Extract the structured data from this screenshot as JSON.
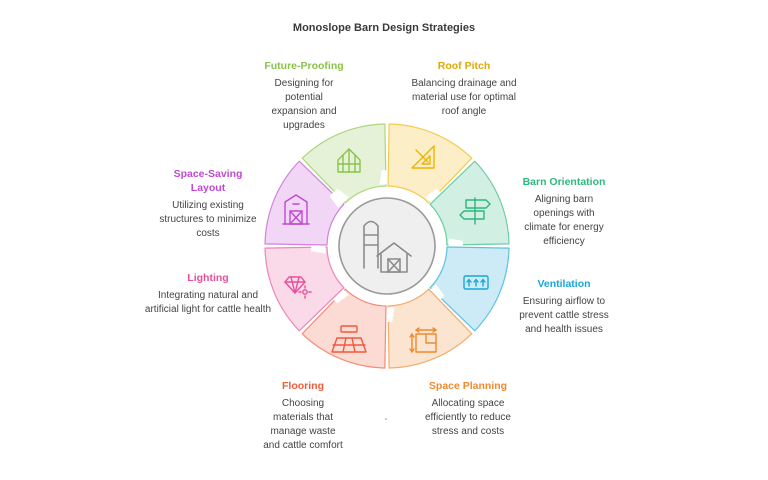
{
  "title": "Monoslope Barn Design Strategies",
  "colors": {
    "future_proofing": "#8bc34a",
    "roof_pitch": "#f0b400",
    "barn_orientation": "#2db87c",
    "ventilation": "#1ba6d6",
    "space_planning": "#ef8a2c",
    "flooring": "#ef5a3c",
    "lighting": "#e8509a",
    "space_saving": "#c04ad0",
    "center": "#efefef"
  },
  "center_icon": "silo-and-barn-icon",
  "sections": [
    {
      "id": "future-proofing",
      "title": "Future-Proofing",
      "description": "Designing for potential expansion and upgrades",
      "icon": "greenhouse-icon"
    },
    {
      "id": "roof-pitch",
      "title": "Roof Pitch",
      "description": "Balancing drainage and material use for optimal roof angle",
      "icon": "set-square-icon"
    },
    {
      "id": "barn-orientation",
      "title": "Barn Orientation",
      "description": "Aligning barn openings with climate for energy efficiency",
      "icon": "signpost-icon"
    },
    {
      "id": "ventilation",
      "title": "Ventilation",
      "description": "Ensuring airflow to prevent cattle stress and health issues",
      "icon": "air-vent-icon"
    },
    {
      "id": "space-planning",
      "title": "Space Planning",
      "description": "Allocating space efficiently to reduce stress and costs",
      "icon": "floor-plan-icon"
    },
    {
      "id": "flooring",
      "title": "Flooring",
      "description": "Choosing materials that manage waste and cattle comfort",
      "icon": "floor-tiles-icon"
    },
    {
      "id": "lighting",
      "title": "Lighting",
      "description": "Integrating natural and artificial light for cattle health",
      "icon": "gem-light-icon"
    },
    {
      "id": "space-saving",
      "title": "Space-Saving Layout",
      "description": "Utilizing existing structures to minimize costs",
      "icon": "barn-icon"
    }
  ]
}
